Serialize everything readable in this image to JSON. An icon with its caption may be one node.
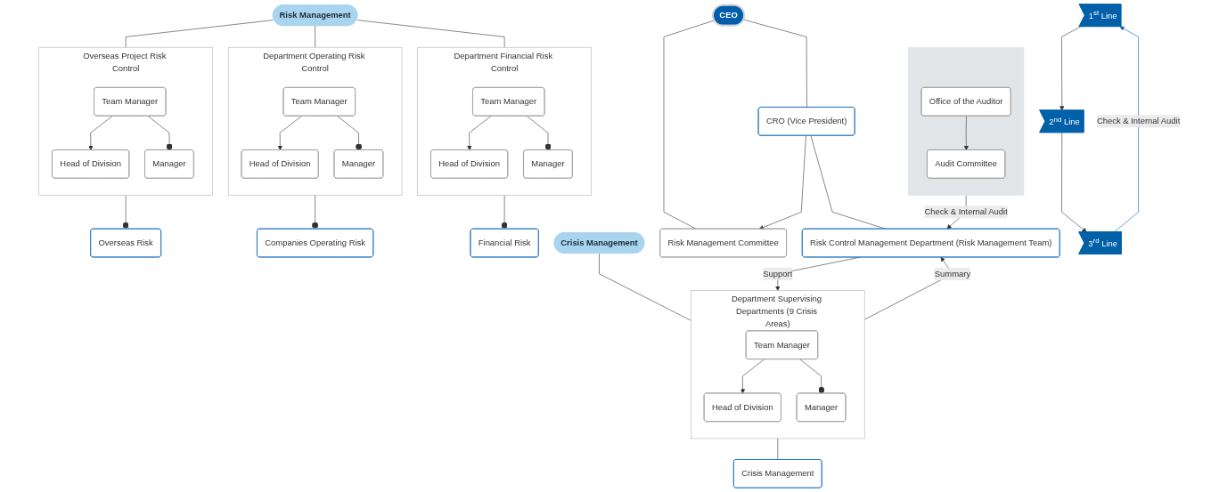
{
  "diagram": {
    "nodes": [
      {
        "text": [
          "Risk Management"
        ]
      },
      {
        "text": [
          "Overseas Project Risk Control"
        ]
      },
      {
        "text": [
          "Head of Division"
        ],
        "in": 1
      },
      {
        "text": [
          "Team Manager"
        ],
        "in": 1
      },
      {
        "text": [
          "Manager"
        ],
        "in": 1
      },
      {
        "text": [
          "Overseas Risk"
        ]
      },
      {
        "text": [
          "Department Operating Risk Control"
        ]
      },
      {
        "text": [
          "Head of Division"
        ],
        "in": 6
      },
      {
        "text": [
          "Team Manager"
        ],
        "in": 6
      },
      {
        "text": [
          "Manager"
        ],
        "in": 6
      },
      {
        "text": [
          "Companies Operating Risk"
        ]
      },
      {
        "text": [
          "Department Financial Risk Control"
        ]
      },
      {
        "text": [
          "Head of Division"
        ],
        "in": 11
      },
      {
        "text": [
          "Team Manager"
        ],
        "in": 11
      },
      {
        "text": [
          "Manager"
        ],
        "in": 11
      },
      {
        "text": [
          "Financial Risk"
        ]
      },
      {
        "text": [
          "Crisis Management"
        ]
      },
      {
        "text": [
          "Department Supervising Departments (9 Crisis Areas)"
        ]
      },
      {
        "text": [
          "Head of Division"
        ],
        "in": 17
      },
      {
        "text": [
          "Team Manager"
        ],
        "in": 17
      },
      {
        "text": [
          "Manager"
        ],
        "in": 17
      },
      {
        "text": [
          "Crisis Management"
        ]
      },
      {
        "text": [
          "CEO"
        ]
      },
      {
        "text": [
          "Risk Management Committee"
        ]
      },
      {
        "text": [
          "CRO (Vice President)"
        ]
      },
      {
        "text": [
          "Risk Control Management Department (Risk Management Team)"
        ]
      },
      {
        "text": [],
        "shape": "box"
      },
      {
        "text": [
          "Audit Committee"
        ],
        "in": 26
      },
      {
        "text": [
          "Office of the Auditor"
        ],
        "in": 26
      },
      {
        "text": [
          "1$^{st}$ Line"
        ]
      },
      {
        "text": [
          "2$^{nd}$ Line"
        ]
      },
      {
        "text": [
          "3$^{rd}$ Line"
        ]
      }
    ],
    "edges": [
      {
        "from": 0,
        "to": 1,
        "arrow": "none"
      },
      {
        "from": 0,
        "to": 6,
        "arrow": "none"
      },
      {
        "from": 0,
        "to": 11,
        "arrow": "none"
      },
      {
        "from": 3,
        "to": 2,
        "arrow": "to"
      },
      {
        "from": 3,
        "to": 4,
        "arrow": "other"
      },
      {
        "from": 1,
        "to": 5,
        "arrow": "other"
      },
      {
        "from": 8,
        "to": 7,
        "arrow": "to"
      },
      {
        "from": 8,
        "to": 9,
        "arrow": "other"
      },
      {
        "from": 6,
        "to": 10,
        "arrow": "other"
      },
      {
        "from": 13,
        "to": 12,
        "arrow": "to"
      },
      {
        "from": 13,
        "to": 14,
        "arrow": "other"
      },
      {
        "from": 11,
        "to": 15,
        "arrow": "other"
      },
      {
        "from": 16,
        "to": 17,
        "arrow": "none"
      },
      {
        "from": 19,
        "to": 18,
        "arrow": "to"
      },
      {
        "from": 19,
        "to": 20,
        "arrow": "other"
      },
      {
        "from": 17,
        "to": 21,
        "arrow": "none"
      },
      {
        "from": 22,
        "to": 24,
        "arrow": "none"
      },
      {
        "from": 22,
        "to": 23,
        "arrow": "none"
      },
      {
        "from": 24,
        "to": 23,
        "arrow": "to"
      },
      {
        "from": 24,
        "to": 25,
        "arrow": "none"
      },
      {
        "from": 25,
        "to": 17,
        "arrow": "to",
        "label": "Support"
      },
      {
        "from": 17,
        "to": 25,
        "arrow": "to",
        "label": "Summary"
      },
      {
        "from": 26,
        "to": 25,
        "arrow": "to",
        "label": "Check & Internal Audit"
      },
      {
        "from": 28,
        "to": 27,
        "arrow": "to"
      },
      {
        "from": 29,
        "to": 30,
        "arrow": "to"
      },
      {
        "from": 30,
        "to": 31,
        "arrow": "to"
      },
      {
        "from": 31,
        "to": 29,
        "arrow": "to",
        "label": "Check & Internal Audit",
        "color": "#0060a8"
      }
    ]
  }
}
